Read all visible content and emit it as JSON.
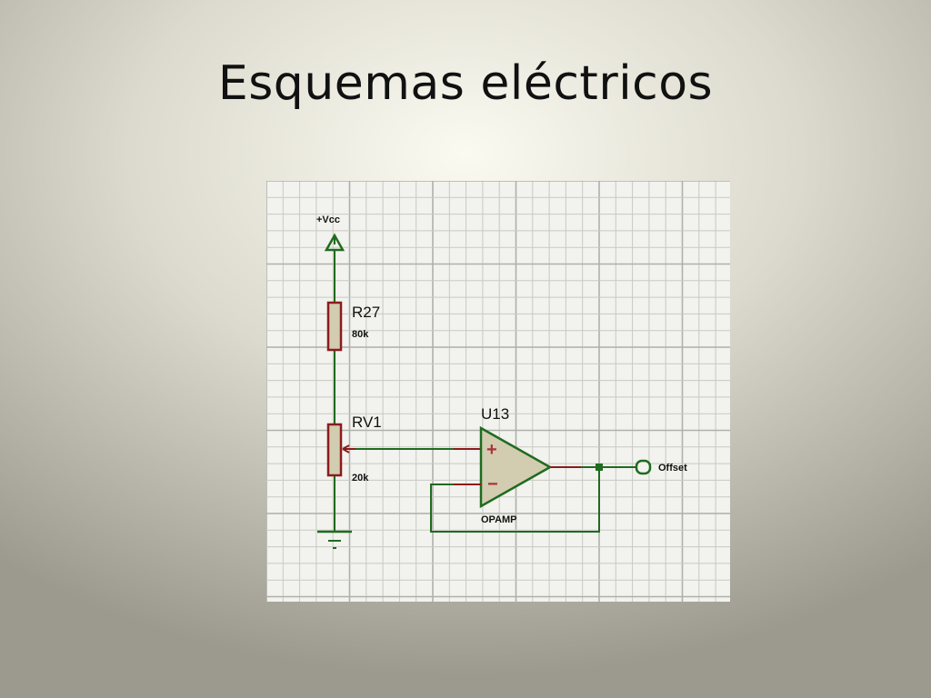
{
  "slide": {
    "title": "Esquemas eléctricos"
  },
  "schematic": {
    "power": {
      "label": "+Vcc"
    },
    "resistor": {
      "ref": "R27",
      "value": "80k"
    },
    "potentiometer": {
      "ref": "RV1",
      "value": "20k"
    },
    "opamp": {
      "ref": "U13",
      "type": "OPAMP",
      "plus": "+",
      "minus": "−"
    },
    "output": {
      "label": "Offset"
    },
    "colors": {
      "wire": "#1f6b1f",
      "component": "#8b1c1c",
      "component_fill": "#d2ccb0",
      "grid_minor": "#c9c9c3",
      "grid_major": "#b0b0aa",
      "sheet": "#f2f2ee"
    }
  }
}
